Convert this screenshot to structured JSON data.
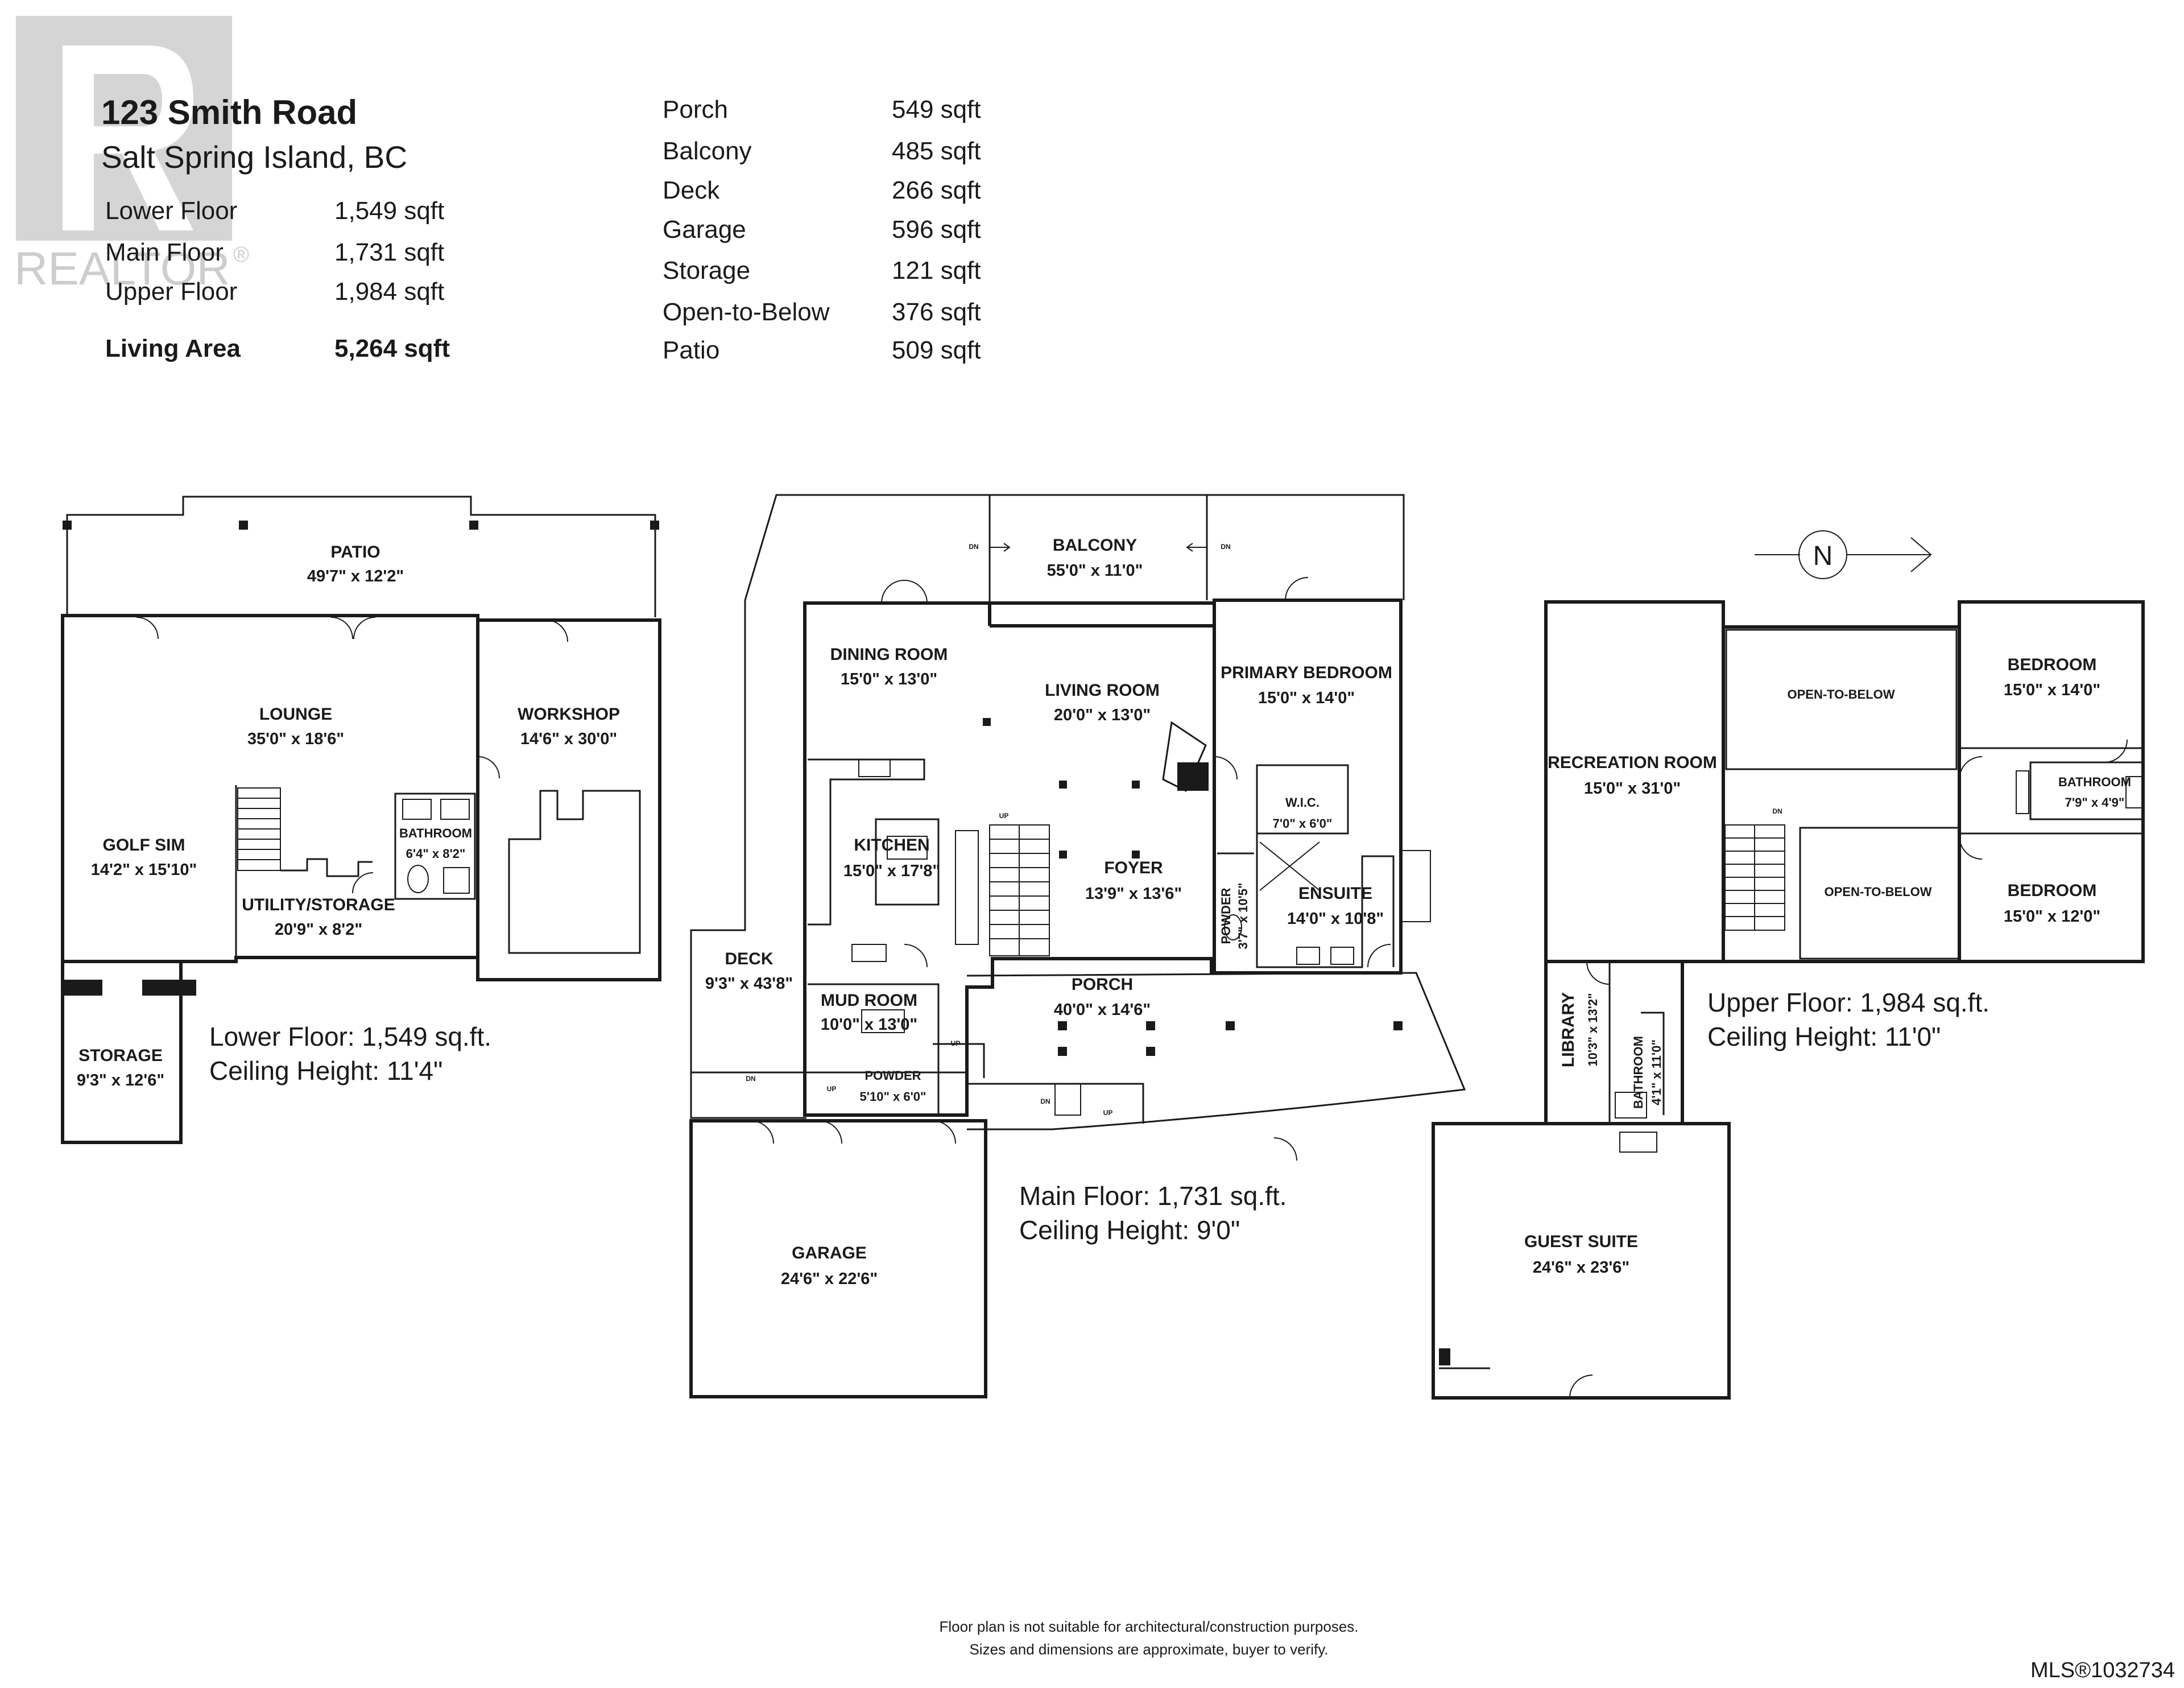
{
  "header": {
    "address": "123 Smith Road",
    "city": "Salt Spring Island, BC",
    "floor_areas": [
      {
        "label": "Lower Floor",
        "value": "1,549 sqft"
      },
      {
        "label": "Main Floor",
        "value": "1,731 sqft"
      },
      {
        "label": "Upper Floor",
        "value": "1,984 sqft"
      }
    ],
    "living_area": {
      "label": "Living Area",
      "value": "5,264 sqft"
    },
    "other_areas": [
      {
        "label": "Porch",
        "value": "549 sqft"
      },
      {
        "label": "Balcony",
        "value": "485 sqft"
      },
      {
        "label": "Deck",
        "value": "266 sqft"
      },
      {
        "label": "Garage",
        "value": "596 sqft"
      },
      {
        "label": "Storage",
        "value": "121 sqft"
      },
      {
        "label": "Open-to-Below",
        "value": "376 sqft"
      },
      {
        "label": "Patio",
        "value": "509 sqft"
      }
    ]
  },
  "watermark": {
    "text": "REALTOR",
    "mark": "®",
    "logo_letter": "R"
  },
  "compass": {
    "label": "N"
  },
  "lower_floor": {
    "rooms": [
      {
        "name": "PATIO",
        "dims": "49'7\" x 12'2\""
      },
      {
        "name": "LOUNGE",
        "dims": "35'0\" x 18'6\""
      },
      {
        "name": "WORKSHOP",
        "dims": "14'6\" x 30'0\""
      },
      {
        "name": "GOLF SIM",
        "dims": "14'2\" x 15'10\""
      },
      {
        "name": "BATHROOM",
        "dims": "6'4\" x 8'2\""
      },
      {
        "name": "UTILITY/STORAGE",
        "dims": "20'9\" x 8'2\""
      },
      {
        "name": "STORAGE",
        "dims": "9'3\" x 12'6\""
      }
    ],
    "area_note": "Lower Floor: 1,549 sq.ft.",
    "ceiling_note": "Ceiling Height: 11'4\""
  },
  "main_floor": {
    "rooms": [
      {
        "name": "BALCONY",
        "dims": "55'0\" x 11'0\""
      },
      {
        "name": "DINING ROOM",
        "dims": "15'0\" x 13'0\""
      },
      {
        "name": "LIVING ROOM",
        "dims": "20'0\" x 13'0\""
      },
      {
        "name": "PRIMARY BEDROOM",
        "dims": "15'0\" x 14'0\""
      },
      {
        "name": "KITCHEN",
        "dims": "15'0\" x 17'8\""
      },
      {
        "name": "FOYER",
        "dims": "13'9\" x 13'6\""
      },
      {
        "name": "W.I.C.",
        "dims": "7'0\" x 6'0\""
      },
      {
        "name": "ENSUITE",
        "dims": "14'0\" x 10'8\""
      },
      {
        "name": "POWDER",
        "dims": "3'7\" x 10'5\""
      },
      {
        "name": "DECK",
        "dims": "9'3\" x 43'8\""
      },
      {
        "name": "MUD ROOM",
        "dims": "10'0\" x 13'0\""
      },
      {
        "name": "PORCH",
        "dims": "40'0\" x 14'6\""
      },
      {
        "name": "POWDER",
        "dims": "5'10\" x 6'0\""
      },
      {
        "name": "GARAGE",
        "dims": "24'6\" x 22'6\""
      }
    ],
    "area_note": "Main Floor: 1,731 sq.ft.",
    "ceiling_note": "Ceiling Height: 9'0\""
  },
  "upper_floor": {
    "rooms": [
      {
        "name": "OPEN-TO-BELOW",
        "dims": ""
      },
      {
        "name": "BEDROOM",
        "dims": "15'0\" x 14'0\""
      },
      {
        "name": "RECREATION ROOM",
        "dims": "15'0\" x 31'0\""
      },
      {
        "name": "BATHROOM",
        "dims": "7'9\" x 4'9\""
      },
      {
        "name": "OPEN-TO-BELOW",
        "dims": ""
      },
      {
        "name": "BEDROOM",
        "dims": "15'0\" x 12'0\""
      },
      {
        "name": "LIBRARY",
        "dims": "10'3\" x 13'2\""
      },
      {
        "name": "BATHROOM",
        "dims": "4'1\" x 11'0\""
      },
      {
        "name": "GUEST SUITE",
        "dims": "24'6\" x 23'6\""
      }
    ],
    "area_note": "Upper Floor: 1,984 sq.ft.",
    "ceiling_note": "Ceiling Height: 11'0\""
  },
  "stair_marks": {
    "up": "UP",
    "down": "DN"
  },
  "footer": {
    "disclaimer_1": "Floor plan is not suitable for architectural/construction purposes.",
    "disclaimer_2": "Sizes and dimensions are approximate, buyer to verify.",
    "mls": "MLS®1032734"
  }
}
